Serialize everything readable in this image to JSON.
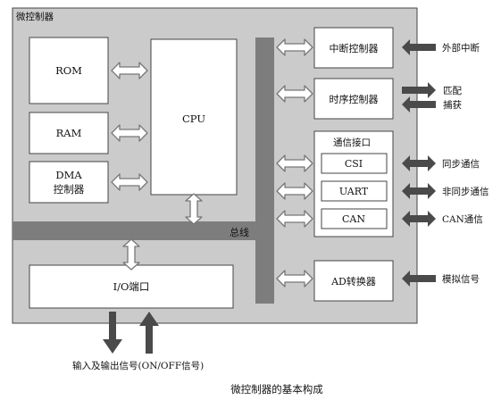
{
  "diagram": {
    "container_label": "微控制器",
    "blocks": {
      "rom": "ROM",
      "ram": "RAM",
      "dma_line1": "DMA",
      "dma_line2": "控制器",
      "cpu": "CPU",
      "io": "I/O端口",
      "interrupt": "中断控制器",
      "timing": "时序控制器",
      "comm_title": "通信接口",
      "csi": "CSI",
      "uart": "UART",
      "can": "CAN",
      "ad": "AD转换器"
    },
    "bus_label": "总线",
    "external": {
      "interrupt": "外部中断",
      "match": "匹配",
      "capture": "捕获",
      "sync": "同步通信",
      "async": "非同步通信",
      "can": "CAN通信",
      "analog": "模拟信号"
    },
    "io_signal": "输入及输出信号(ON/OFF信号)",
    "caption": "微控制器的基本构成"
  },
  "colors": {
    "container": "#cbcbcb",
    "bus": "#7d7d7d",
    "block": "#ffffff",
    "border": "#444444",
    "arrow_dark": "#4a4a4a",
    "arrow_outline": "#777777"
  }
}
